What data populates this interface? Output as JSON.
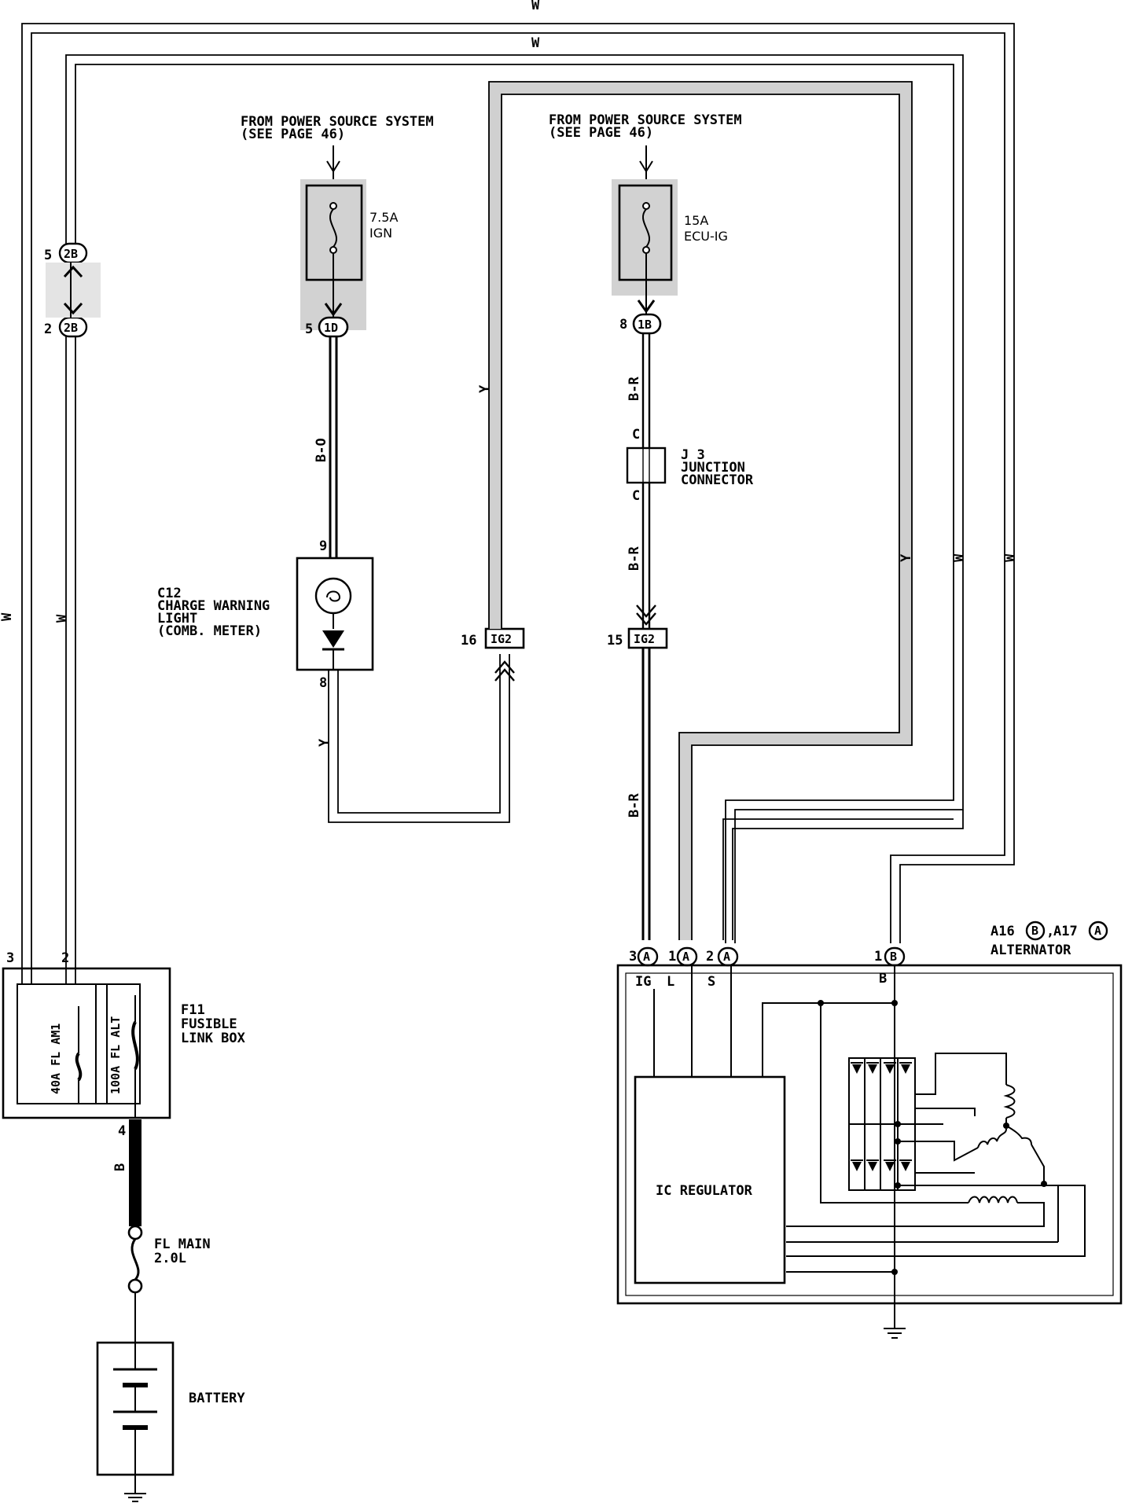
{
  "power_source": {
    "left": {
      "line1": "FROM POWER SOURCE SYSTEM",
      "line2": "(SEE PAGE 46)"
    },
    "right": {
      "line1": "FROM POWER SOURCE SYSTEM",
      "line2": "(SEE PAGE 46)"
    }
  },
  "fuses": {
    "ign": {
      "rating": "7.5A",
      "name": "IGN"
    },
    "ecu": {
      "rating": "15A",
      "name": "ECU-IG"
    }
  },
  "connectors": {
    "c1d": {
      "pin": "5",
      "code": "1D"
    },
    "c1b": {
      "pin": "8",
      "code": "1B"
    },
    "c2b_top": {
      "pin": "5",
      "code": "2B"
    },
    "c2b_bot": {
      "pin": "2",
      "code": "2B"
    },
    "ig2_left": {
      "pin": "16",
      "code": "IG2"
    },
    "ig2_right": {
      "pin": "15",
      "code": "IG2"
    }
  },
  "wire_colors": {
    "w": "W",
    "y": "Y",
    "bo": "B-O",
    "br": "B-R",
    "b": "B"
  },
  "junction": {
    "id": "J 3",
    "line1": "JUNCTION",
    "line2": "CONNECTOR",
    "pin": "C"
  },
  "charge_light": {
    "id": "C12",
    "line1": "CHARGE WARNING",
    "line2": "LIGHT",
    "line3": "(COMB. METER)",
    "pin_top": "9",
    "pin_bottom": "8"
  },
  "fusible_link": {
    "id": "F11",
    "line1": "FUSIBLE",
    "line2": "LINK BOX",
    "pin3": "3",
    "pin2": "2",
    "pin4": "4",
    "link1": "40A FL AM1",
    "link2": "100A FL ALT"
  },
  "fl_main": {
    "line1": "FL MAIN",
    "line2": "2.0L"
  },
  "battery": {
    "label": "BATTERY"
  },
  "alternator": {
    "ids": "A16 (B), A17 (A)",
    "id1": "A16",
    "id1_conn": "B",
    "sep": ",",
    "id2": "A17",
    "id2_conn": "A",
    "label": "ALTERNATOR",
    "regulator": "IC REGULATOR",
    "terminals": [
      {
        "pin": "3",
        "conn": "A",
        "name": "IG"
      },
      {
        "pin": "1",
        "conn": "A",
        "name": "L"
      },
      {
        "pin": "2",
        "conn": "A",
        "name": "S"
      },
      {
        "pin": "1",
        "conn": "B",
        "name": "B"
      }
    ]
  }
}
